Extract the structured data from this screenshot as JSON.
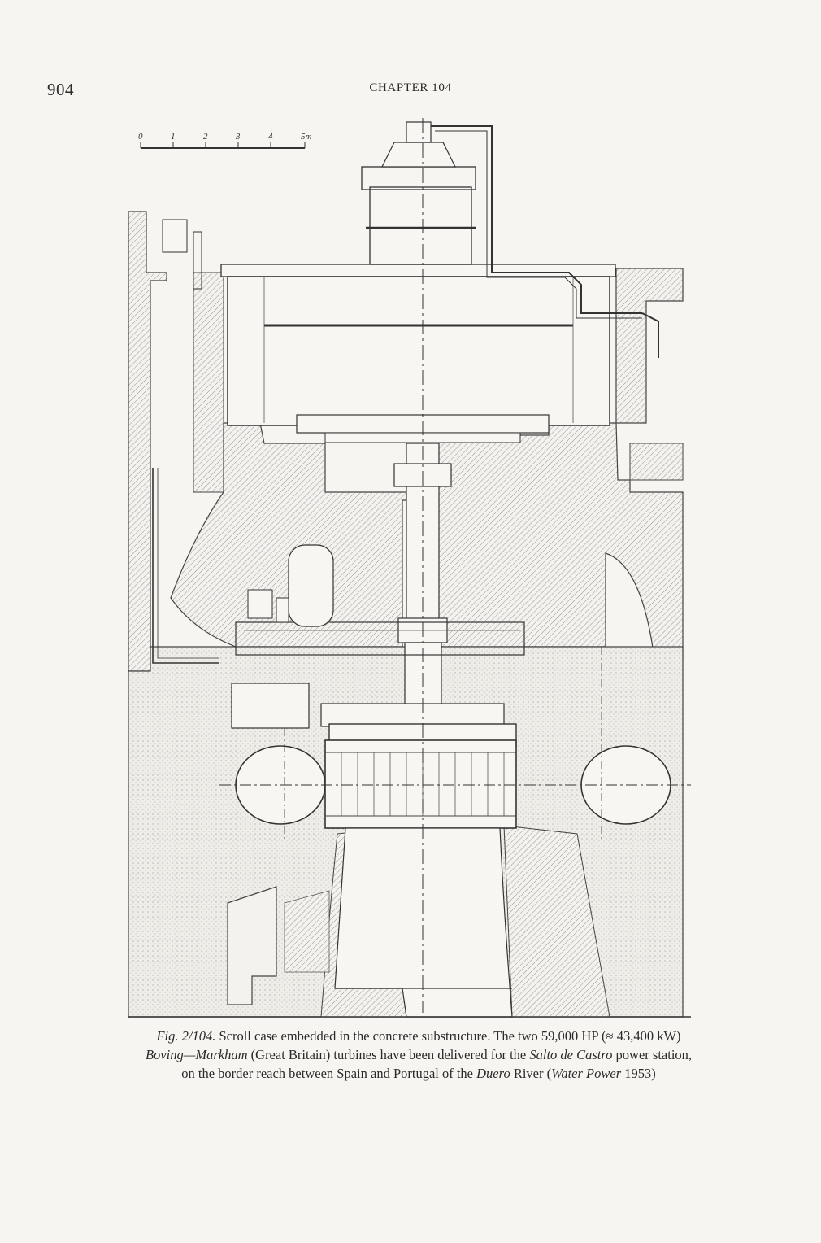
{
  "page": {
    "number": "904",
    "running_head": "CHAPTER 104"
  },
  "figure": {
    "scale_bar": {
      "ticks": [
        "0",
        "1",
        "2",
        "3",
        "4",
        "5m"
      ]
    }
  },
  "caption": {
    "fig_label": "Fig. 2/104.",
    "line1_text": " Scroll case embedded in the concrete substructure. The two 59,000 HP (≈ 43,400 kW)",
    "line2_italic_a": "Boving—Markham",
    "line2_text_a": " (Great Britain) turbines have been delivered for the ",
    "line2_italic_b": "Salto de Castro",
    "line2_text_b": " power station,",
    "line3_text_a": "on the border reach between Spain and Portugal of the ",
    "line3_italic_a": "Duero",
    "line3_text_b": " River (",
    "line3_italic_b": "Water Power",
    "line3_text_c": " 1953)"
  }
}
